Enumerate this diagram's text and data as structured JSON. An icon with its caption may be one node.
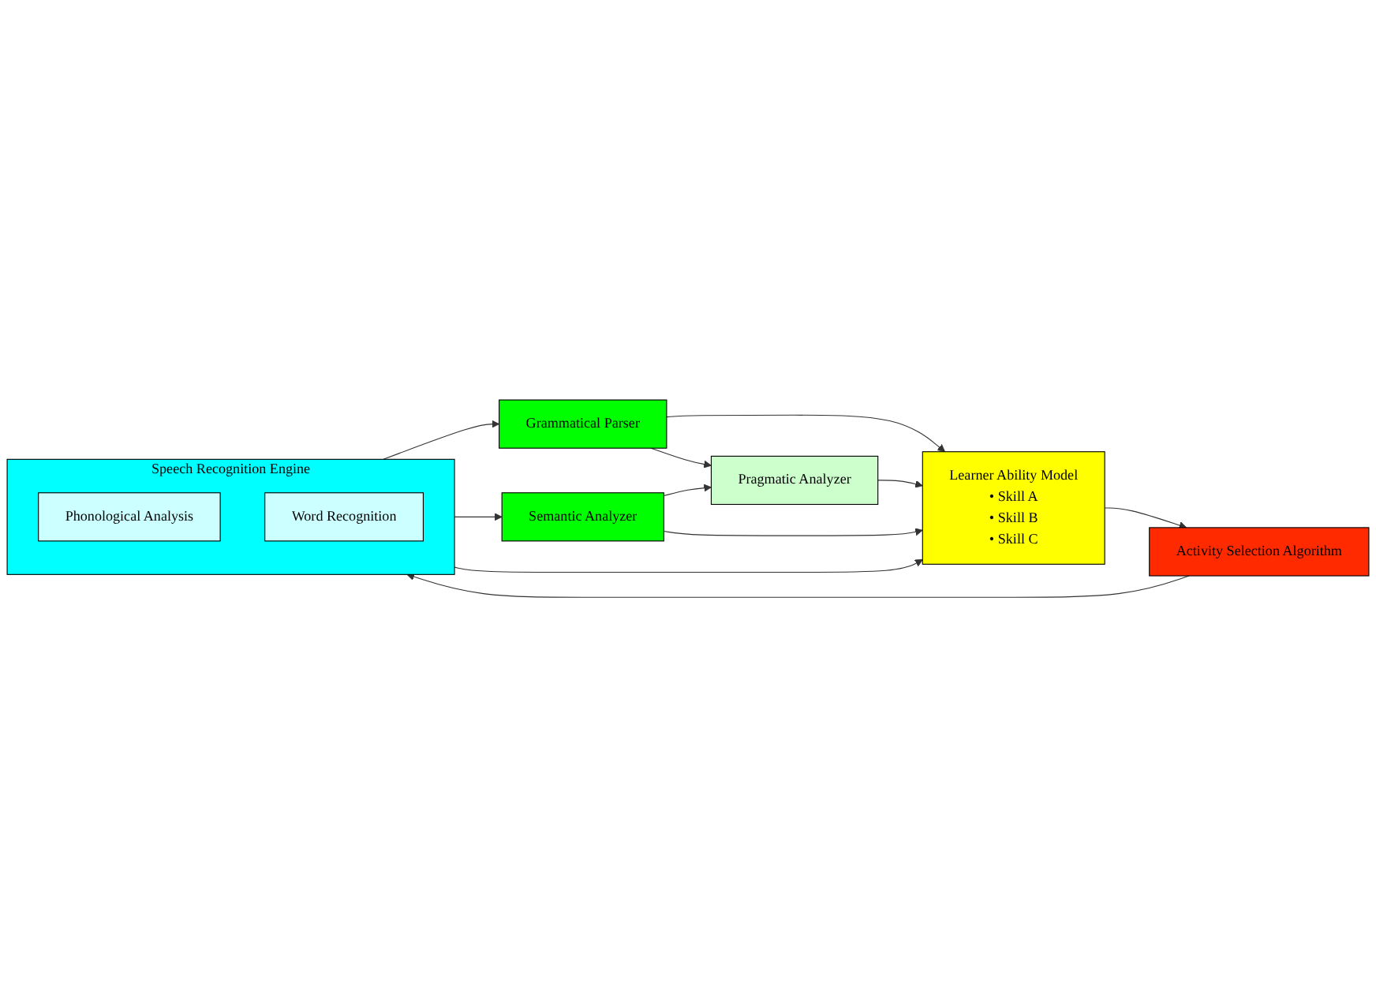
{
  "diagram": {
    "nodes": [
      {
        "text": [
          "Speech Recognition Engine"
        ]
      },
      {
        "text": [
          "Phonological Analysis"
        ],
        "in": 0
      },
      {
        "text": [
          "Word Recognition"
        ],
        "in": 0
      },
      {
        "text": [
          "Grammatical Parser"
        ]
      },
      {
        "text": [
          "Pragmatic Analyzer"
        ]
      },
      {
        "text": [
          "Semantic Analyzer"
        ]
      },
      {
        "text": [
          "Learner Ability Model",
          "• Skill A",
          "• Skill B",
          "• Skill C"
        ]
      },
      {
        "text": [
          "Activity Selection Algorithm"
        ]
      }
    ],
    "edges": [
      {
        "from": 0,
        "to": 6,
        "arrow": "to"
      },
      {
        "from": 0,
        "to": 3,
        "arrow": "to"
      },
      {
        "from": 0,
        "to": 5,
        "arrow": "to"
      },
      {
        "from": 3,
        "to": 4,
        "arrow": "to"
      },
      {
        "from": 5,
        "to": 4,
        "arrow": "to"
      },
      {
        "from": 3,
        "to": 6,
        "arrow": "to"
      },
      {
        "from": 4,
        "to": 6,
        "arrow": "to"
      },
      {
        "from": 5,
        "to": 6,
        "arrow": "to"
      },
      {
        "from": 6,
        "to": 7,
        "arrow": "to"
      },
      {
        "from": 7,
        "to": 0,
        "arrow": "to"
      }
    ]
  }
}
